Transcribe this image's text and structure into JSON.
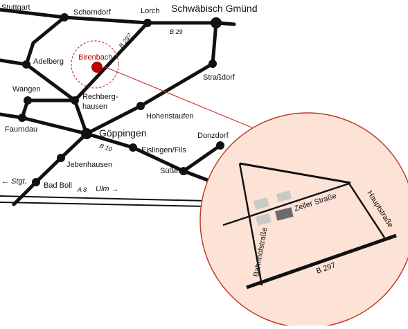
{
  "colors": {
    "road": "#111111",
    "town": "#111111",
    "highlight": "#c00000",
    "inset_fill": "#fde2d6",
    "inset_stroke": "#c03a2b",
    "building_dark": "#6b6b6b",
    "building_light": "#c9c9c9"
  },
  "towns": {
    "stuttgart": "Stuttgart",
    "schorndorf": "Schorndorf",
    "lorch": "Lorch",
    "schwaebisch_gmuend": "Schwäbisch Gmünd",
    "adelberg": "Adelberg",
    "birenbach": "Birenbach",
    "strassdorf": "Straßdorf",
    "wangen": "Wangen",
    "rechberghausen_1": "Rechberg-",
    "rechberghausen_2": "hausen",
    "hohenstaufen": "Hohenstaufen",
    "faurndau": "Faurndau",
    "goeppingen": "Göppingen",
    "donzdorf": "Donzdorf",
    "eislingen": "Eislingen/Fils",
    "jebenhausen": "Jebenhausen",
    "suessen": "Süßen",
    "bad_boll": "Bad Boll"
  },
  "roads": {
    "b29": "B 29",
    "b297": "B 297",
    "b10": "B 10",
    "a8": "A 8"
  },
  "directions": {
    "stgt": "← Stgt.",
    "ulm": "Ulm →"
  },
  "inset": {
    "zeller": "Zeller Straße",
    "haupt": "Hauptstraße",
    "bahnhof": "Bahnhofstraße",
    "b297": "B 297"
  }
}
